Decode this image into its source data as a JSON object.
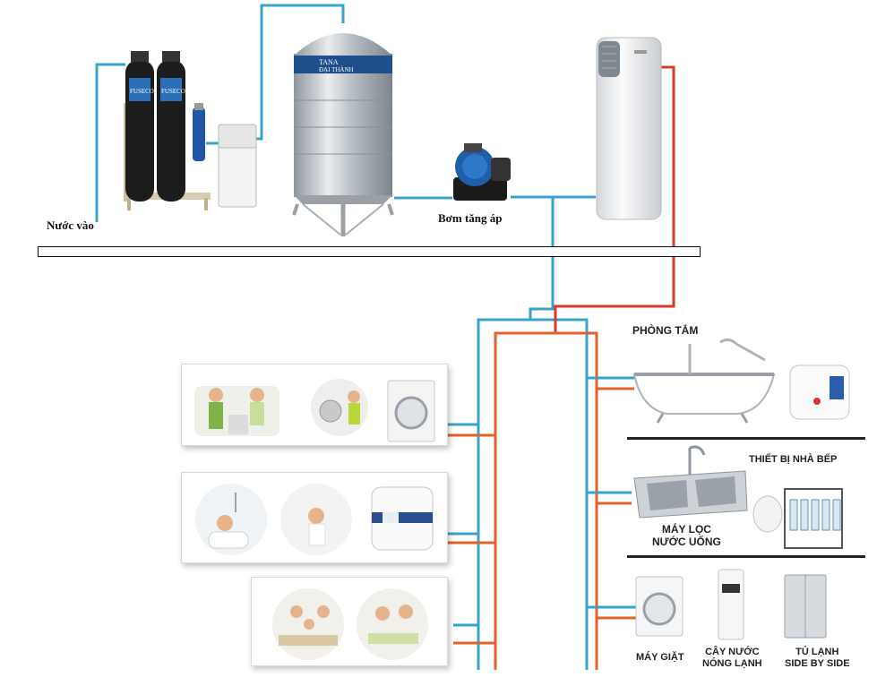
{
  "labels": {
    "water_in": "Nước vào",
    "booster_pump": "Bơm tăng áp",
    "tank_brand_line1": "TANA",
    "tank_brand_line2": "ĐẠI THÀNH",
    "filter_brand": "FUSECO"
  },
  "sections": {
    "bathroom": "PHÒNG TẮM",
    "kitchen": "THIẾT BỊ NHÀ BẾP",
    "purifier_line1": "MÁY LỌC",
    "purifier_line2": "NƯỚC UỐNG",
    "washer": "MÁY GIẶT",
    "dispenser_line1": "CÂY NƯỚC",
    "dispenser_line2": "NÓNG LẠNH",
    "fridge_line1": "TỦ LẠNH",
    "fridge_line2": "SIDE BY SIDE"
  },
  "colors": {
    "cold_pipe": "#3aa3cc",
    "hot_pipe": "#e2622a",
    "heater_pipe": "#d83a2a",
    "steel": "#c7ccd2",
    "filter_black": "#1c1c1c",
    "tank_band": "#1f4e8c"
  }
}
